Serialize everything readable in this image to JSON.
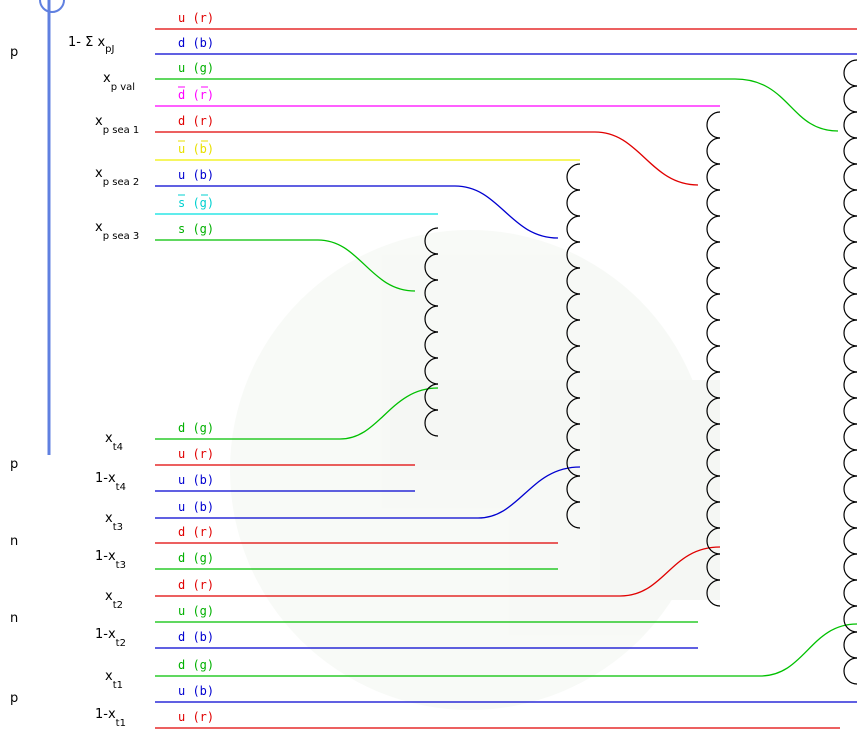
{
  "nucleon_labels": [
    "p",
    "p",
    "n",
    "n",
    "p"
  ],
  "sum_label": {
    "base": "1- Σ x",
    "sub": "pJ"
  },
  "momentum_labels": [
    {
      "base": "x",
      "sub": "p val"
    },
    {
      "base": "x",
      "sub": "p sea 1"
    },
    {
      "base": "x",
      "sub": "p sea 2"
    },
    {
      "base": "x",
      "sub": "p sea 3"
    },
    {
      "base": "x",
      "sub": "t4"
    },
    {
      "base": "1-x",
      "sub": "t4"
    },
    {
      "base": "x",
      "sub": "t3"
    },
    {
      "base": "1-x",
      "sub": "t3"
    },
    {
      "base": "x",
      "sub": "t2"
    },
    {
      "base": "1-x",
      "sub": "t2"
    },
    {
      "base": "x",
      "sub": "t1"
    },
    {
      "base": "1-x",
      "sub": "t1"
    }
  ],
  "quark_labels": [
    {
      "text": "u (r)",
      "color": "#e00000"
    },
    {
      "text": "d (b)",
      "color": "#0000d0"
    },
    {
      "text": "u (g)",
      "color": "#00b000"
    },
    {
      "text": "d (r)",
      "color": "#ff00ff",
      "bars": true
    },
    {
      "text": "d (r)",
      "color": "#e00000"
    },
    {
      "text": "u (b)",
      "color": "#e8e000",
      "bars": true
    },
    {
      "text": "u (b)",
      "color": "#0000d0"
    },
    {
      "text": "s (g)",
      "color": "#00d0d0",
      "bars": true
    },
    {
      "text": "s (g)",
      "color": "#00b000"
    },
    {
      "text": "d (g)",
      "color": "#00b000"
    },
    {
      "text": "u (r)",
      "color": "#e00000"
    },
    {
      "text": "u (b)",
      "color": "#0000d0"
    },
    {
      "text": "u (b)",
      "color": "#0000d0"
    },
    {
      "text": "d (r)",
      "color": "#e00000"
    },
    {
      "text": "d (g)",
      "color": "#00b000"
    },
    {
      "text": "d (r)",
      "color": "#e00000"
    },
    {
      "text": "u (g)",
      "color": "#00b000"
    },
    {
      "text": "d (b)",
      "color": "#0000d0"
    },
    {
      "text": "d (g)",
      "color": "#00b000"
    },
    {
      "text": "u (b)",
      "color": "#0000d0"
    },
    {
      "text": "u (r)",
      "color": "#e00000"
    }
  ],
  "colors": {
    "red": "#e00000",
    "blue": "#0000d0",
    "green": "#00c000",
    "magenta": "#ff00ff",
    "yellow": "#f0f000",
    "cyan": "#00e0e0",
    "proton_axis": "#6080e0",
    "gluon": "#000000",
    "watermark": "#c8d8c8"
  }
}
